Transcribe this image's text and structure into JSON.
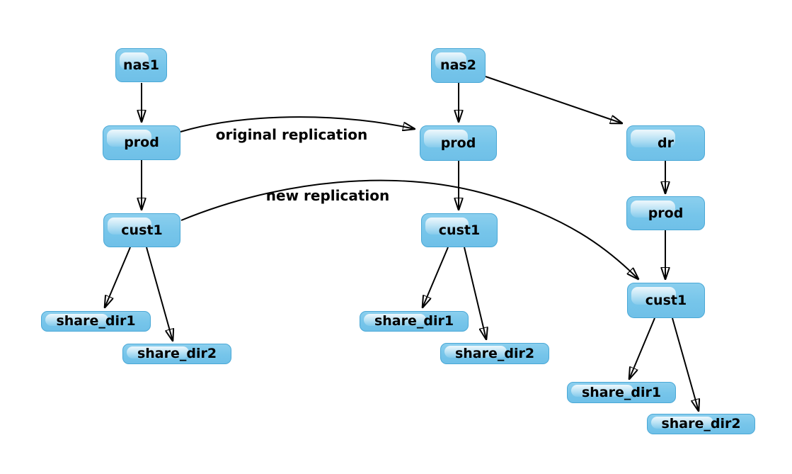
{
  "diagram": {
    "type": "graph",
    "description": "NAS replication topology diagram",
    "nodes": [
      {
        "id": "nas1",
        "label": "nas1",
        "group": "left"
      },
      {
        "id": "prod-left",
        "label": "prod",
        "group": "left"
      },
      {
        "id": "cust1-left",
        "label": "cust1",
        "group": "left"
      },
      {
        "id": "share-dir1-left",
        "label": "share_dir1",
        "group": "left"
      },
      {
        "id": "share-dir2-left",
        "label": "share_dir2",
        "group": "left"
      },
      {
        "id": "nas2",
        "label": "nas2",
        "group": "middle"
      },
      {
        "id": "prod-middle",
        "label": "prod",
        "group": "middle"
      },
      {
        "id": "cust1-middle",
        "label": "cust1",
        "group": "middle"
      },
      {
        "id": "share-dir1-middle",
        "label": "share_dir1",
        "group": "middle"
      },
      {
        "id": "share-dir2-middle",
        "label": "share_dir2",
        "group": "middle"
      },
      {
        "id": "dr",
        "label": "dr",
        "group": "right"
      },
      {
        "id": "prod-right",
        "label": "prod",
        "group": "right"
      },
      {
        "id": "cust1-right",
        "label": "cust1",
        "group": "right"
      },
      {
        "id": "share-dir1-right",
        "label": "share_dir1",
        "group": "right"
      },
      {
        "id": "share-dir2-right",
        "label": "share_dir2",
        "group": "right"
      }
    ],
    "edges": [
      {
        "from": "nas1",
        "to": "prod-left",
        "label": ""
      },
      {
        "from": "prod-left",
        "to": "cust1-left",
        "label": ""
      },
      {
        "from": "cust1-left",
        "to": "share-dir1-left",
        "label": ""
      },
      {
        "from": "cust1-left",
        "to": "share-dir2-left",
        "label": ""
      },
      {
        "from": "nas2",
        "to": "prod-middle",
        "label": ""
      },
      {
        "from": "nas2",
        "to": "dr",
        "label": ""
      },
      {
        "from": "prod-middle",
        "to": "cust1-middle",
        "label": ""
      },
      {
        "from": "cust1-middle",
        "to": "share-dir1-middle",
        "label": ""
      },
      {
        "from": "cust1-middle",
        "to": "share-dir2-middle",
        "label": ""
      },
      {
        "from": "dr",
        "to": "prod-right",
        "label": ""
      },
      {
        "from": "prod-right",
        "to": "cust1-right",
        "label": ""
      },
      {
        "from": "cust1-right",
        "to": "share-dir1-right",
        "label": ""
      },
      {
        "from": "cust1-right",
        "to": "share-dir2-right",
        "label": ""
      },
      {
        "from": "prod-left",
        "to": "prod-middle",
        "label": "original replication"
      },
      {
        "from": "cust1-left",
        "to": "cust1-right",
        "label": "new replication"
      }
    ],
    "colors": {
      "background": "#ffffff",
      "node_fill": "#76c5ea",
      "node_border": "#4aa8d6",
      "node_gloss": "#d9effa",
      "arrow": "#000000",
      "text": "#000000"
    }
  }
}
